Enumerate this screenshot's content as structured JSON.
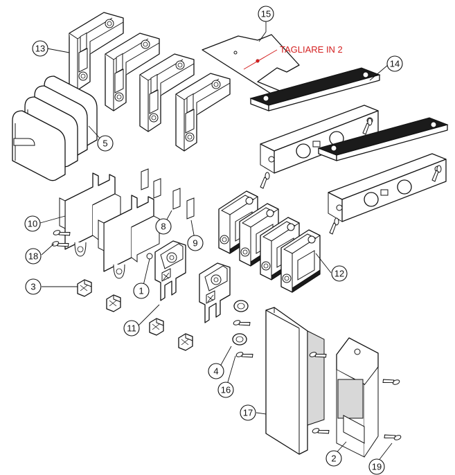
{
  "annotation": {
    "text": "TAGLIARE IN 2",
    "color": "#d42020"
  },
  "callouts": [
    "15",
    "13",
    "14",
    "5",
    "10",
    "18",
    "8",
    "9",
    "12",
    "3",
    "1",
    "11",
    "4",
    "16",
    "17",
    "2",
    "19"
  ]
}
